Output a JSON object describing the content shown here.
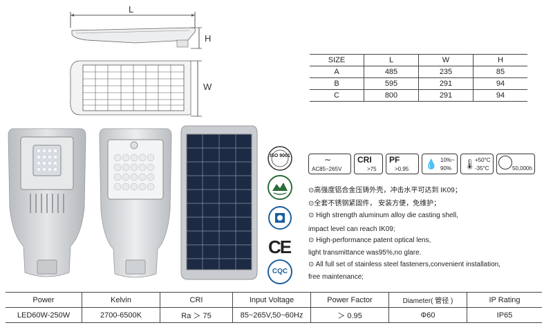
{
  "dimensions": {
    "length_label": "L",
    "height_label": "H",
    "width_label": "W"
  },
  "size_table": {
    "headers": [
      "SIZE",
      "L",
      "W",
      "H"
    ],
    "rows": [
      [
        "A",
        "485",
        "235",
        "85"
      ],
      [
        "B",
        "595",
        "291",
        "94"
      ],
      [
        "C",
        "800",
        "291",
        "94"
      ]
    ]
  },
  "spec_icons": {
    "voltage": "AC85~265V",
    "cri_title": "CRI",
    "cri_value": ">75",
    "pf_title": "PF",
    "pf_value": ">0.95",
    "humidity_top": "10%~",
    "humidity_bottom": "90%",
    "temp_top": "+50°C",
    "temp_bottom": "-35°C",
    "lifetime": "50,000h"
  },
  "features": {
    "cn_line1": "⊙高强度铝合金压铸外壳，冲击水平可达到 IK09；",
    "cn_line2": "⊙全套不锈钢紧固件， 安装方便，免维护；",
    "en_line1": "⊙ High strength aluminum alloy die casting shell,",
    "en_line2": "impact level can reach IK09;",
    "en_line3": "⊙ High-performance patent optical lens,",
    "en_line4": "light transmittance was95%,no glare.",
    "en_line5": "⊙ All full set of stainless steel fasteners,convenient installation,",
    "en_line6": "free maintenance;"
  },
  "certifications": {
    "iso_text": "ISO 9001",
    "ce_text": "CE",
    "cqc_text": "CQC"
  },
  "spec_table": {
    "headers": [
      "Power",
      "Kelvin",
      "CRI",
      "Input Voltage",
      "Power Factor",
      "Diameter( 管径 )",
      "IP Rating"
    ],
    "values": [
      "LED60W-250W",
      "2700-6500K",
      "Ra ＞ 75",
      "85~265V,50~60Hz",
      "＞ 0.95",
      "Φ60",
      "IP65"
    ]
  },
  "colors": {
    "body_grey": "#d4d6d8",
    "panel_blue": "#1c2a44",
    "line": "#444444"
  }
}
